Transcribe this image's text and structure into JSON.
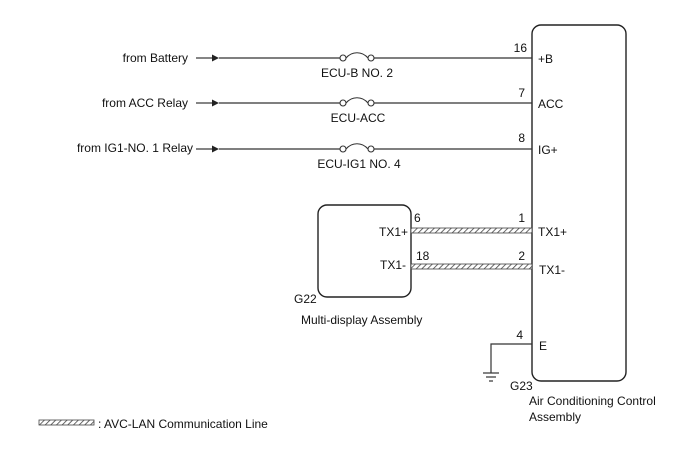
{
  "inputs": [
    {
      "source": "from Battery",
      "fuse": "ECU-B NO. 2",
      "pin": "16",
      "terminal": "+B"
    },
    {
      "source": "from ACC Relay",
      "fuse": "ECU-ACC",
      "pin": "7",
      "terminal": "ACC"
    },
    {
      "source": "from IG1-NO. 1 Relay",
      "fuse": "ECU-IG1 NO. 4",
      "pin": "8",
      "terminal": "IG+"
    }
  ],
  "multi_display": {
    "connector": "G22",
    "name": "Multi-display Assembly",
    "tx1p_label": "TX1+",
    "tx1p_pin": "6",
    "tx1n_label": "TX1-",
    "tx1n_pin": "18"
  },
  "ac_control": {
    "connector": "G23",
    "name_line1": "Air Conditioning Control",
    "name_line2": "Assembly",
    "tx1p_pin": "1",
    "tx1p_label": "TX1+",
    "tx1n_pin": "2",
    "tx1n_label": "TX1-",
    "ground_pin": "4",
    "ground_label": "E"
  },
  "legend": {
    "text": ": AVC-LAN Communication Line"
  }
}
